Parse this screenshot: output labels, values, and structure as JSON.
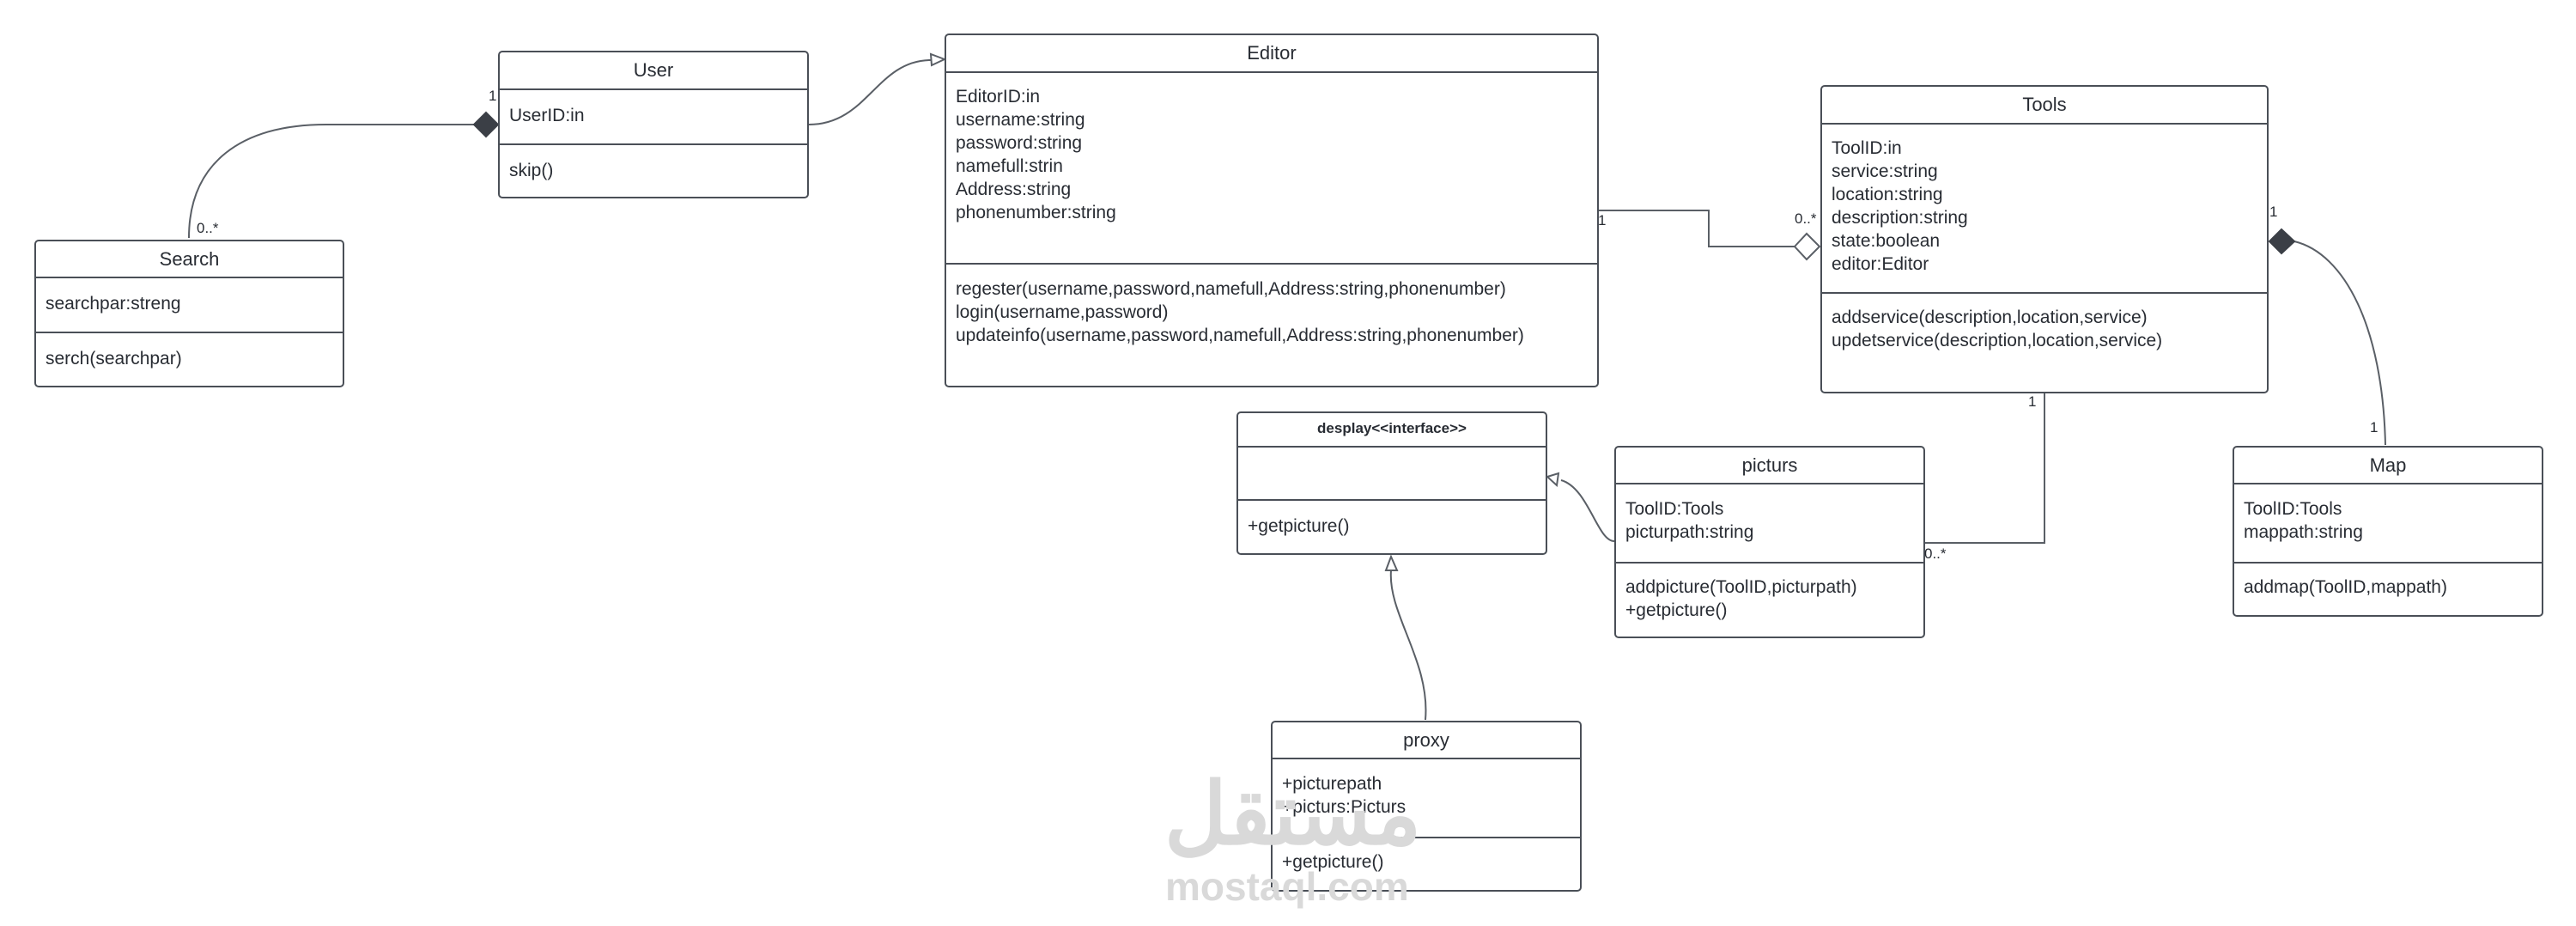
{
  "classes": {
    "user": {
      "title": "User",
      "attributes": [
        "UserID:in"
      ],
      "methods": [
        "skip()"
      ]
    },
    "search": {
      "title": "Search",
      "attributes": [
        "searchpar:streng"
      ],
      "methods": [
        "serch(searchpar)"
      ]
    },
    "editor": {
      "title": "Editor",
      "attributes": [
        "EditorID:in",
        "username:string",
        "password:string",
        "namefull:strin",
        "Address:string",
        "phonenumber:string"
      ],
      "methods": [
        "regester(username,password,namefull,Address:string,phonenumber)",
        "login(username,password)",
        "updateinfo(username,password,namefull,Address:string,phonenumber)"
      ]
    },
    "tools": {
      "title": "Tools",
      "attributes": [
        "ToolID:in",
        "service:string",
        "location:string",
        "description:string",
        "state:boolean",
        "editor:Editor"
      ],
      "methods": [
        "addservice(description,location,service)",
        "updetservice(description,location,service)"
      ]
    },
    "desplay": {
      "title": "desplay<<interface>>",
      "attributes": [],
      "methods": [
        "+getpicture()"
      ]
    },
    "picturs": {
      "title": "picturs",
      "attributes": [
        "ToolID:Tools",
        "picturpath:string"
      ],
      "methods": [
        "addpicture(ToolID,picturpath)",
        "+getpicture()"
      ]
    },
    "map": {
      "title": "Map",
      "attributes": [
        "ToolID:Tools",
        "mappath:string"
      ],
      "methods": [
        "addmap(ToolID,mappath)"
      ]
    },
    "proxy": {
      "title": "proxy",
      "attributes": [
        "+picturepath",
        "+picturs:Picturs"
      ],
      "methods": [
        "+getpicture()"
      ]
    }
  },
  "multiplicities": {
    "user_search_user": "1",
    "user_search_search": "0..*",
    "editor_tools_editor": "1",
    "editor_tools_tools": "0..*",
    "tools_map_tools": "1",
    "tools_map_map": "1",
    "tools_picturs_tools": "1",
    "tools_picturs_picturs": "0..*"
  },
  "watermark": {
    "arabic": "مستقل",
    "latin": "mostaql.com"
  }
}
